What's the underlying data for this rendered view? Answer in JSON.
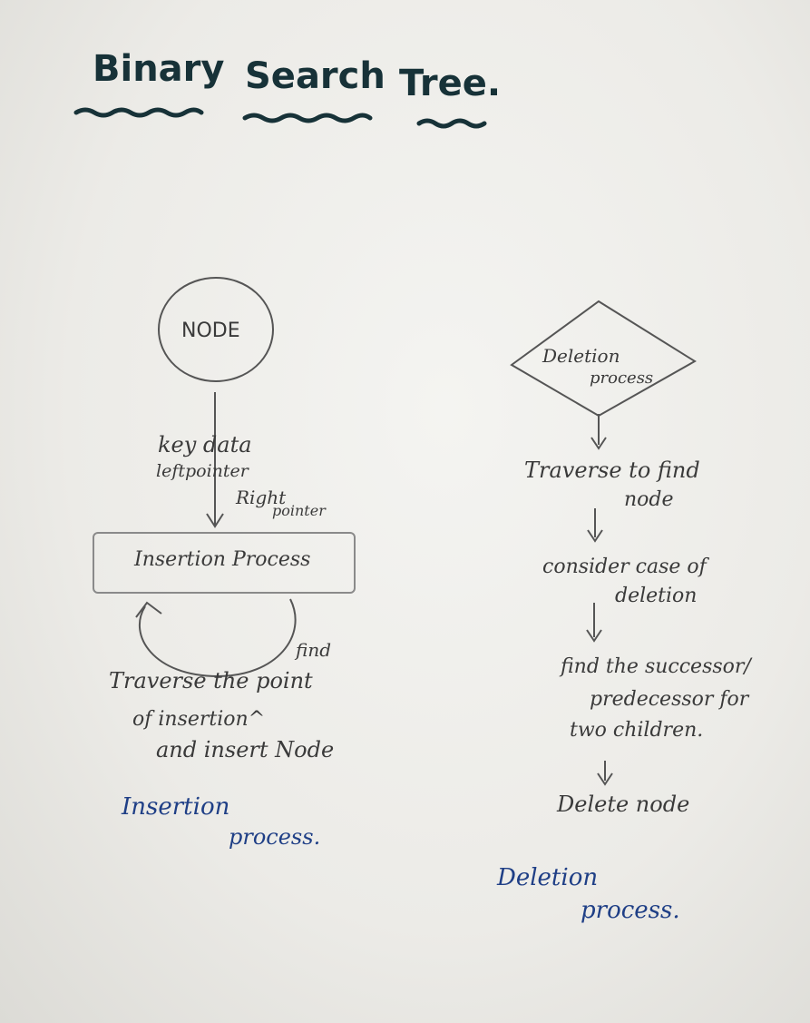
{
  "title": {
    "word1": "Binary",
    "word2": "Search",
    "word3": "Tree."
  },
  "left": {
    "node_label": "NODE",
    "key_data": "key data",
    "left_pointer": "leftpointer",
    "right": "Right",
    "right_pointer": "pointer",
    "insertion_box": "Insertion Process",
    "find_caret": "find",
    "traverse_line1": "Traverse the point",
    "traverse_line2": "of insertion^",
    "traverse_line3": "and insert Node",
    "caption_line1": "Insertion",
    "caption_line2": "process."
  },
  "right": {
    "diamond_line1": "Deletion",
    "diamond_line2": "process",
    "step1_line1": "Traverse to find",
    "step1_line2": "node",
    "step2_line1": "consider case of",
    "step2_line2": "deletion",
    "step3_line1": "find the successor/",
    "step3_line2": "predecessor for",
    "step3_line3": "two children.",
    "step4": "Delete node",
    "caption_line1": "Deletion",
    "caption_line2": "process."
  },
  "colors": {
    "pencil": "#3a3a3a",
    "marker": "#173238",
    "blue_pen": "#1f3f86"
  }
}
